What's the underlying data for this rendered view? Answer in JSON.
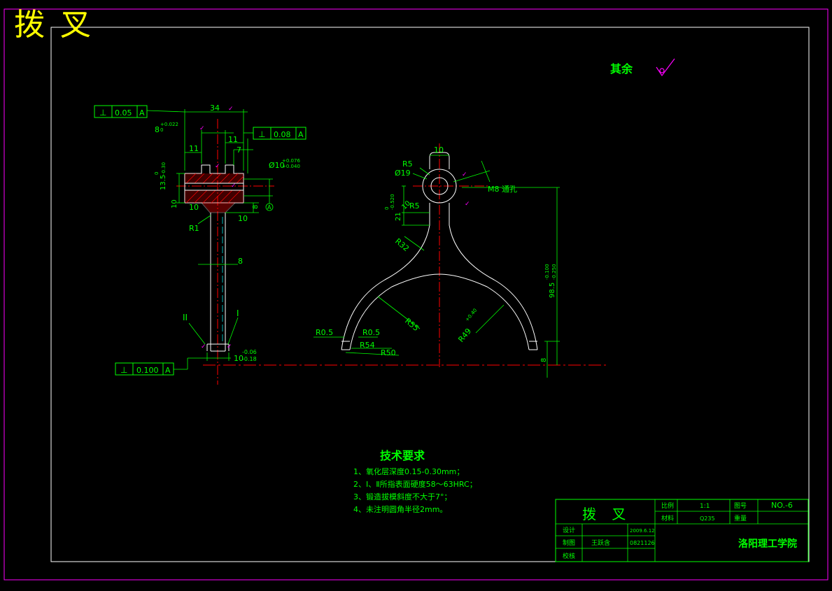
{
  "sheet_title": "拨 叉",
  "roughness_note": {
    "label": "其余"
  },
  "colors": {
    "background": "#000000",
    "frame": "#ff00ff",
    "border": "#ffffff",
    "green": "#00ff00",
    "yellow": "#ffff00",
    "red": "#ff0000",
    "magenta": "#ff00ff"
  },
  "left_view": {
    "tol_top": {
      "symbol": "⊥",
      "value": "0.05",
      "datum": "A"
    },
    "tol_mid": {
      "symbol": "⊥",
      "value": "0.08",
      "datum": "A"
    },
    "tol_bottom": {
      "symbol": "⊥",
      "value": "0.100",
      "datum": "A"
    },
    "dims": {
      "width_34": "34",
      "slot_8": "8",
      "slot_8_tol": "+0.022",
      "slot_8_tol2": "0",
      "d11_left": "11",
      "d11_right": "11",
      "d7": "7",
      "hole_dia": "Ø10",
      "hole_tol_up": "+0.076",
      "hole_tol_low": "+0.040",
      "h13": "13.5",
      "h13_tol": "-0.30",
      "h13_tol0": "0",
      "d10_left": "10",
      "d8_small": "8",
      "d10_under": "10",
      "d10_side": "10",
      "r1": "R1",
      "d10_bottom": "10",
      "d10_bottom_tol": "-0.06",
      "d10_bottom_tol2": "-0.18",
      "rod_8": "8",
      "mark_I": "I",
      "mark_II": "II",
      "datum_A": "A"
    }
  },
  "right_view": {
    "dims": {
      "top_10": "10",
      "r5_top": "R5",
      "dia_19": "Ø19",
      "m8": "M8 通孔",
      "d21": "21",
      "d21_tol": "-0.520",
      "d21_tol0": "0",
      "r5_mid": "R5",
      "r32": "R32",
      "r55": "R55",
      "r49": "R49",
      "r49_tol": "+0.40",
      "r05_left": "R0.5",
      "r05_mid": "R0.5",
      "r54": "R54",
      "r50": "R50",
      "h98": "98.5",
      "h98_tol1": "-0.100",
      "h98_tol2": "-0.250",
      "d8_bottom": "8",
      "d10_angled": "10"
    }
  },
  "tech_requirements": {
    "title": "技术要求",
    "items": [
      "1、氧化层深度0.15-0.30mm；",
      "2、Ⅰ、Ⅱ所指表面硬度58～63HRC；",
      "3、锻造拔模斜度不大于7°；",
      "4、未注明圆角半径2mm。"
    ]
  },
  "title_block": {
    "part_name": "拨 叉",
    "scale_label": "比例",
    "scale_value": "1:1",
    "drawing_no_label": "图号",
    "drawing_no_value": "NO.-6",
    "material_label": "材料",
    "material_value": "Q235",
    "weight_label": "重量",
    "design_label": "设计",
    "design_date": "2009.6.12",
    "draw_label": "制图",
    "draw_name": "王跃含",
    "draw_id": "0821126",
    "check_label": "校核",
    "school": "洛阳理工学院"
  }
}
